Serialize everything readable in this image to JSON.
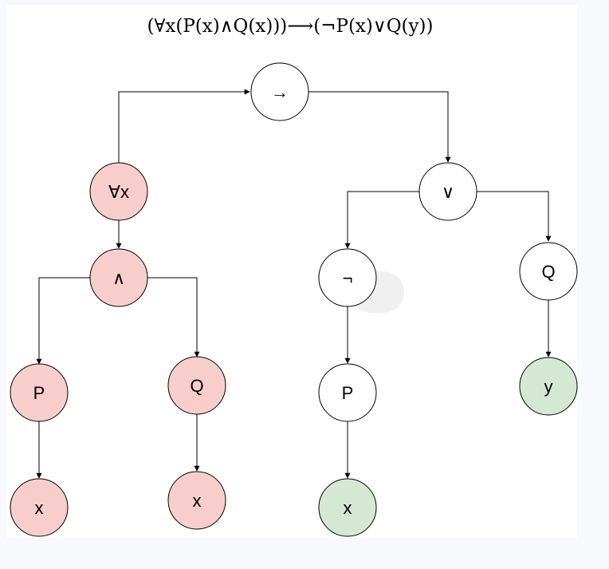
{
  "formula": "(∀x(P(x)∧Q(x)))⟶(¬P(x)∨Q(y))",
  "colors": {
    "default": "#ffffff",
    "red": "#f8cecc",
    "green": "#d5e8d4",
    "stroke": "#000000"
  },
  "nodes": {
    "implies": {
      "label": "→",
      "fill": "default"
    },
    "forall": {
      "label": "∀x",
      "fill": "red"
    },
    "and": {
      "label": "∧",
      "fill": "red"
    },
    "p_left": {
      "label": "P",
      "fill": "red"
    },
    "q_left": {
      "label": "Q",
      "fill": "red"
    },
    "x_left1": {
      "label": "x",
      "fill": "red"
    },
    "x_left2": {
      "label": "x",
      "fill": "red"
    },
    "or": {
      "label": "∨",
      "fill": "default"
    },
    "not": {
      "label": "¬",
      "fill": "default"
    },
    "p_right": {
      "label": "P",
      "fill": "default"
    },
    "x_right": {
      "label": "x",
      "fill": "green"
    },
    "q_right": {
      "label": "Q",
      "fill": "default"
    },
    "y_right": {
      "label": "y",
      "fill": "green"
    }
  }
}
